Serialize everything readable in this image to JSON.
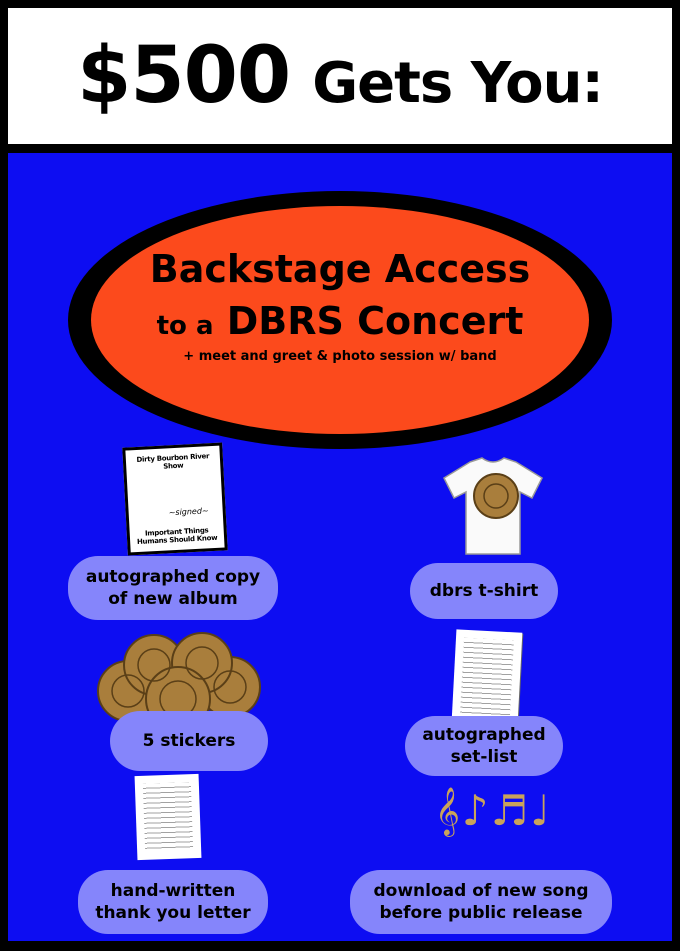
{
  "header": {
    "amount": "$500",
    "rest": "Gets You:"
  },
  "feature": {
    "line1": "Backstage Access",
    "line2_small": "to a",
    "line2_big": "DBRS Concert",
    "line3": "+ meet and greet & photo session w/ band"
  },
  "album_cover": {
    "band": "Dirty Bourbon River Show",
    "album": "Important Things Humans Should Know"
  },
  "items": {
    "album": [
      "autographed copy",
      "of new album"
    ],
    "tshirt": [
      "dbrs t-shirt"
    ],
    "stickers": [
      "5 stickers"
    ],
    "setlist": [
      "autographed",
      "set-list"
    ],
    "letter": [
      "hand-written",
      "thank you letter"
    ],
    "song": [
      "download of new song",
      "before public release"
    ]
  },
  "icons": [
    "album-cover-icon",
    "tshirt-icon",
    "stickers-icon",
    "setlist-icon",
    "letter-icon",
    "music-notes-icon"
  ],
  "colors": {
    "background": "#000000",
    "panel": "#0d0df2",
    "oval": "#fc4a1c",
    "pill": "#8585fb",
    "badge": "#a97e3c"
  }
}
